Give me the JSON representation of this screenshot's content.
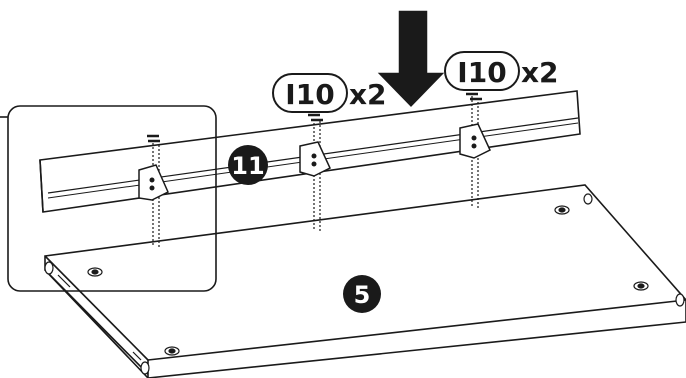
{
  "callouts": {
    "left": {
      "part": "I10",
      "qty": "x2"
    },
    "right": {
      "part": "I10",
      "qty": "x2"
    }
  },
  "panels": {
    "rail": "11",
    "board": "5"
  },
  "colors": {
    "ink": "#1a1a1a",
    "paper": "#ffffff"
  },
  "icons": [
    "down-arrow-icon",
    "screw-icon",
    "bracket-icon",
    "dowel-icon",
    "hole-icon"
  ]
}
